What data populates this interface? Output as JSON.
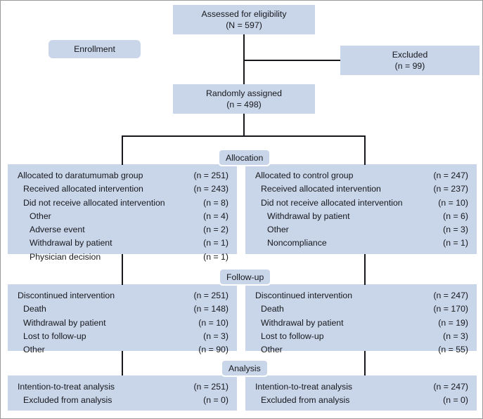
{
  "diagram": {
    "title": "CONSORT participant flow diagram",
    "colors": {
      "box_fill": "#c9d5e9",
      "line": "#16181c",
      "frame": "#9b9b9b",
      "background": "#ffffff"
    }
  },
  "stages": {
    "enrollment": "Enrollment",
    "allocation": "Allocation",
    "followup": "Follow-up",
    "analysis": "Analysis"
  },
  "top": {
    "assessed": {
      "label": "Assessed for eligibility",
      "count": "(N = 597)"
    },
    "excluded": {
      "label": "Excluded",
      "count": "(n = 99)"
    },
    "randomized": {
      "label": "Randomly assigned",
      "count": "(n = 498)"
    }
  },
  "allocation": {
    "left": [
      {
        "label": "Allocated to daratumumab group",
        "count": "(n = 251)",
        "indent": 0
      },
      {
        "label": "Received allocated intervention",
        "count": "(n = 243)",
        "indent": 1
      },
      {
        "label": "Did not receive allocated intervention",
        "count": "(n = 8)",
        "indent": 1
      },
      {
        "label": "Other",
        "count": "(n = 4)",
        "indent": 2
      },
      {
        "label": "Adverse event",
        "count": "(n = 2)",
        "indent": 2
      },
      {
        "label": "Withdrawal by patient",
        "count": "(n = 1)",
        "indent": 2
      },
      {
        "label": "Physician decision",
        "count": "(n = 1)",
        "indent": 2
      }
    ],
    "right": [
      {
        "label": "Allocated to control group",
        "count": "(n = 247)",
        "indent": 0
      },
      {
        "label": "Received allocated intervention",
        "count": "(n = 237)",
        "indent": 1
      },
      {
        "label": "Did not receive allocated intervention",
        "count": "(n = 10)",
        "indent": 1
      },
      {
        "label": "Withdrawal by patient",
        "count": "(n = 6)",
        "indent": 2
      },
      {
        "label": "Other",
        "count": "(n = 3)",
        "indent": 2
      },
      {
        "label": "Noncompliance",
        "count": "(n = 1)",
        "indent": 2
      }
    ]
  },
  "followup": {
    "left": [
      {
        "label": "Discontinued intervention",
        "count": "(n = 251)",
        "indent": 0
      },
      {
        "label": "Death",
        "count": "(n = 148)",
        "indent": 1
      },
      {
        "label": "Withdrawal by patient",
        "count": "(n = 10)",
        "indent": 1
      },
      {
        "label": "Lost to follow-up",
        "count": "(n = 3)",
        "indent": 1
      },
      {
        "label": "Other",
        "count": "(n = 90)",
        "indent": 1
      }
    ],
    "right": [
      {
        "label": "Discontinued intervention",
        "count": "(n = 247)",
        "indent": 0
      },
      {
        "label": "Death",
        "count": "(n = 170)",
        "indent": 1
      },
      {
        "label": "Withdrawal by patient",
        "count": "(n = 19)",
        "indent": 1
      },
      {
        "label": "Lost to follow-up",
        "count": "(n = 3)",
        "indent": 1
      },
      {
        "label": "Other",
        "count": "(n = 55)",
        "indent": 1
      }
    ]
  },
  "analysis": {
    "left": [
      {
        "label": "Intention-to-treat analysis",
        "count": "(n = 251)",
        "indent": 0
      },
      {
        "label": "Excluded from analysis",
        "count": "(n = 0)",
        "indent": 1
      }
    ],
    "right": [
      {
        "label": "Intention-to-treat analysis",
        "count": "(n = 247)",
        "indent": 0
      },
      {
        "label": "Excluded from analysis",
        "count": "(n = 0)",
        "indent": 1
      }
    ]
  }
}
